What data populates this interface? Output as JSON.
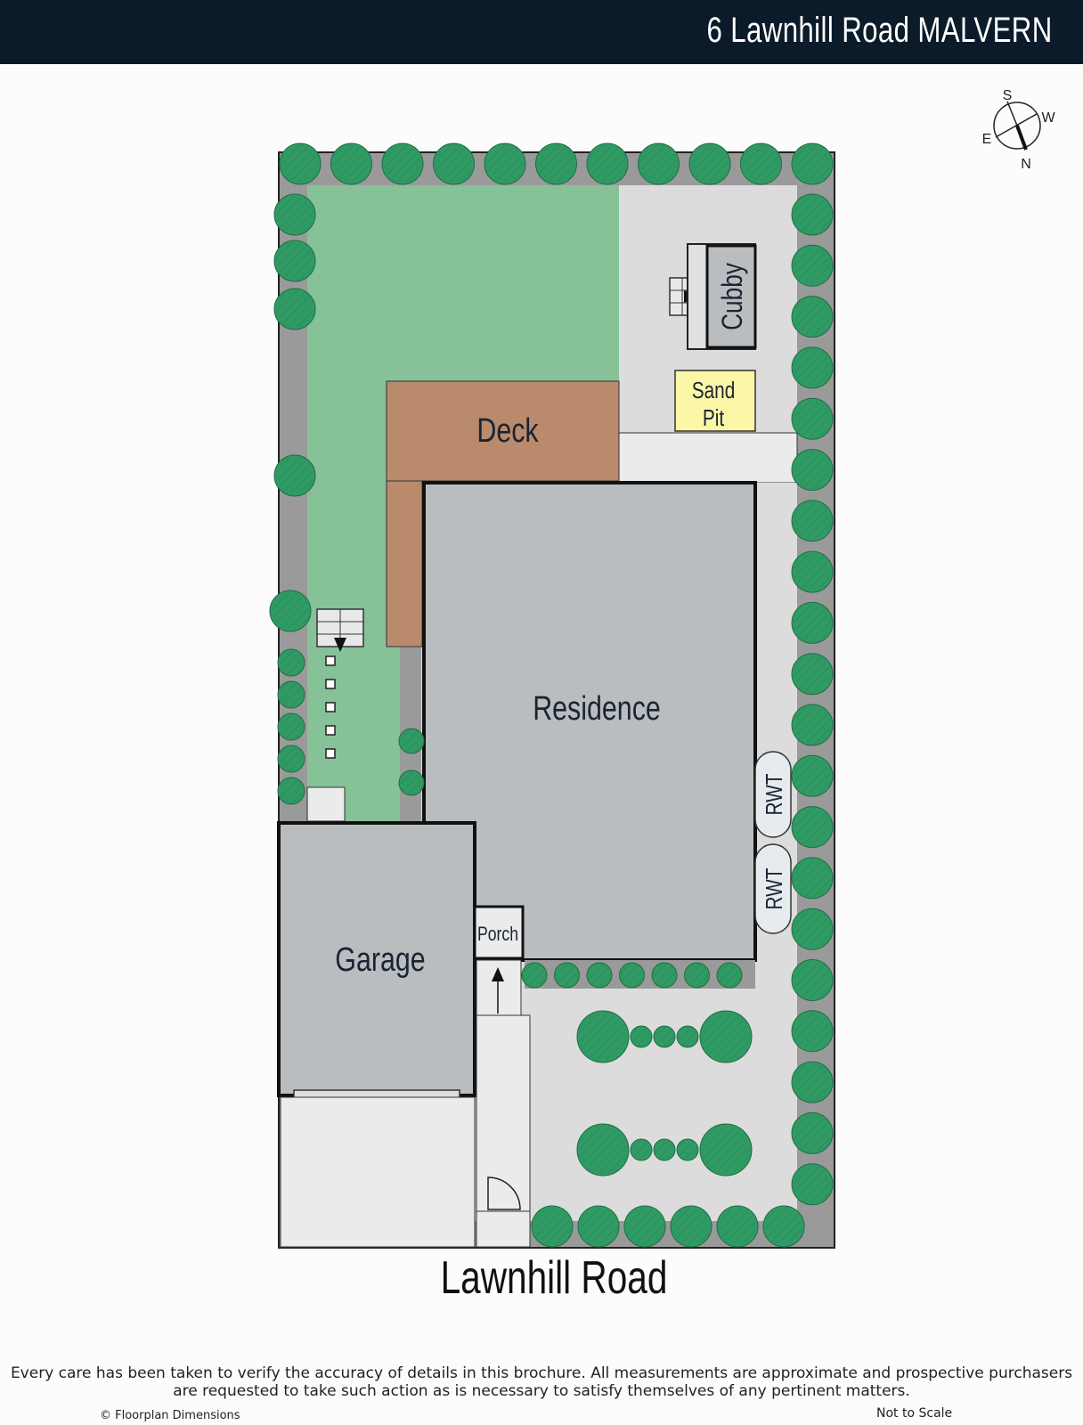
{
  "header": {
    "title": "6 Lawnhill Road MALVERN"
  },
  "compass": {
    "s": "S",
    "w": "W",
    "e": "E",
    "n": "N"
  },
  "rooms": {
    "cubby": "Cubby",
    "sand_pit_line1": "Sand",
    "sand_pit_line2": "Pit",
    "deck": "Deck",
    "residence": "Residence",
    "rwt_1": "RWT",
    "rwt_2": "RWT",
    "porch": "Porch",
    "garage": "Garage"
  },
  "street": {
    "name": "Lawnhill Road"
  },
  "footer": {
    "disclaimer_line1": "Every care has been taken to verify the accuracy of details in this brochure. All measurements are approximate and prospective purchasers",
    "disclaimer_line2": "are requested to take such action as is necessary to satisfy themselves of any pertinent matters.",
    "copyright": "© Floorplan Dimensions",
    "not_to_scale": "Not to Scale"
  },
  "colors": {
    "header_bg": "#0c1b2a",
    "lawn": "#86c198",
    "deck": "#b98b6c",
    "building": "#babdbf",
    "paving": "#dcdcdc",
    "boundary": "#9a9a9a",
    "sand": "#fbf7a6",
    "tree": "#2f9a63"
  }
}
